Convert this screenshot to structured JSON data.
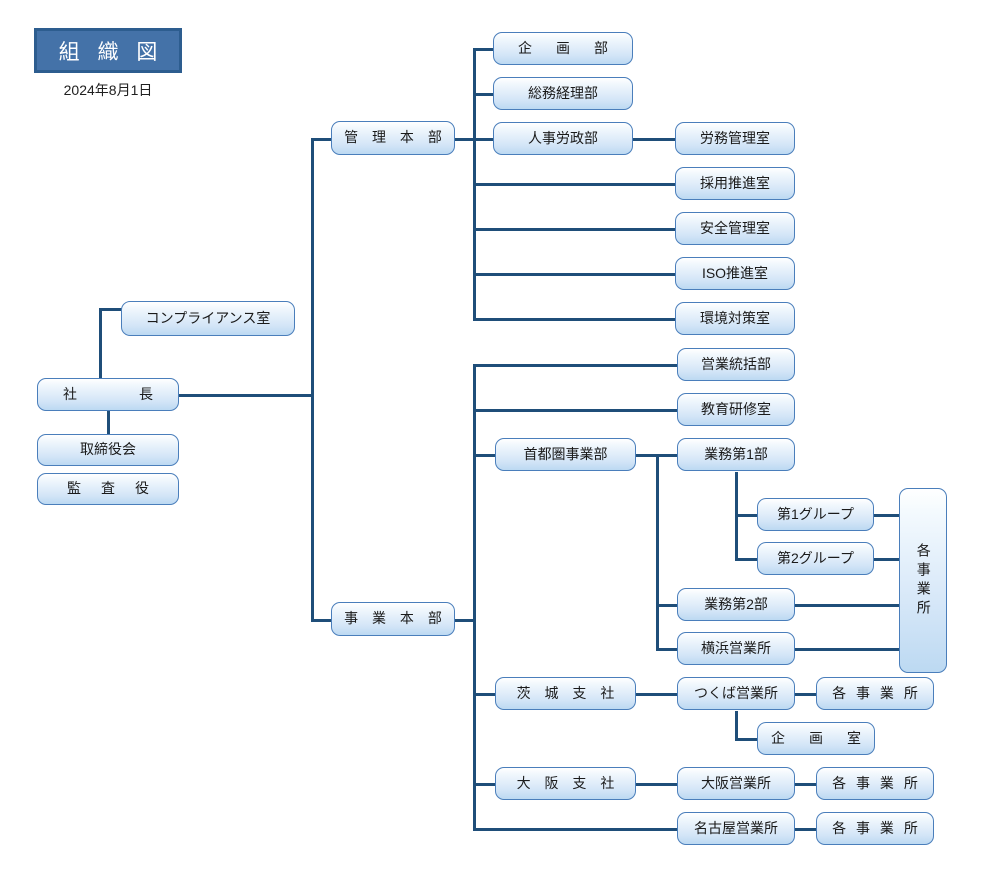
{
  "header": {
    "title": "組 織 図",
    "date": "2024年8月1日",
    "title_bg": "#4472a8",
    "title_border": "#2d5d8f",
    "title_text_color": "#ffffff"
  },
  "theme": {
    "line_color": "#1f4e79",
    "node_border": "#4a7ebb",
    "node_fill_top": "#ffffff",
    "node_fill_bottom": "#bcd9f2",
    "text_color": "#1a1a1a"
  },
  "nodes": {
    "compliance": "コンプライアンス室",
    "president": "社　　　長",
    "board": "取締役会",
    "auditor": "監　査　役",
    "admin_hq": "管 理 本 部",
    "planning_dept": "企　画　部",
    "general_affairs": "総務経理部",
    "hr_labor": "人事労政部",
    "labor_mgmt_office": "労務管理室",
    "recruit_office": "採用推進室",
    "safety_office": "安全管理室",
    "iso_office": "ISO推進室",
    "environment_office": "環境対策室",
    "business_hq": "事 業 本 部",
    "sales_control": "営業統括部",
    "training_office": "教育研修室",
    "metro_division": "首都圏事業部",
    "ops_dept_1": "業務第1部",
    "group_1": "第1グループ",
    "group_2": "第2グループ",
    "ops_dept_2": "業務第2部",
    "yokohama_office": "横浜営業所",
    "sites_metro": "各事業所",
    "ibaraki_branch": "茨 城 支 社",
    "tsukuba_office": "つくば営業所",
    "sites_tsukuba": "各 事 業 所",
    "planning_office": "企　画　室",
    "osaka_branch": "大 阪 支 社",
    "osaka_office": "大阪営業所",
    "sites_osaka": "各 事 業 所",
    "nagoya_office": "名古屋営業所",
    "sites_nagoya": "各 事 業 所"
  }
}
